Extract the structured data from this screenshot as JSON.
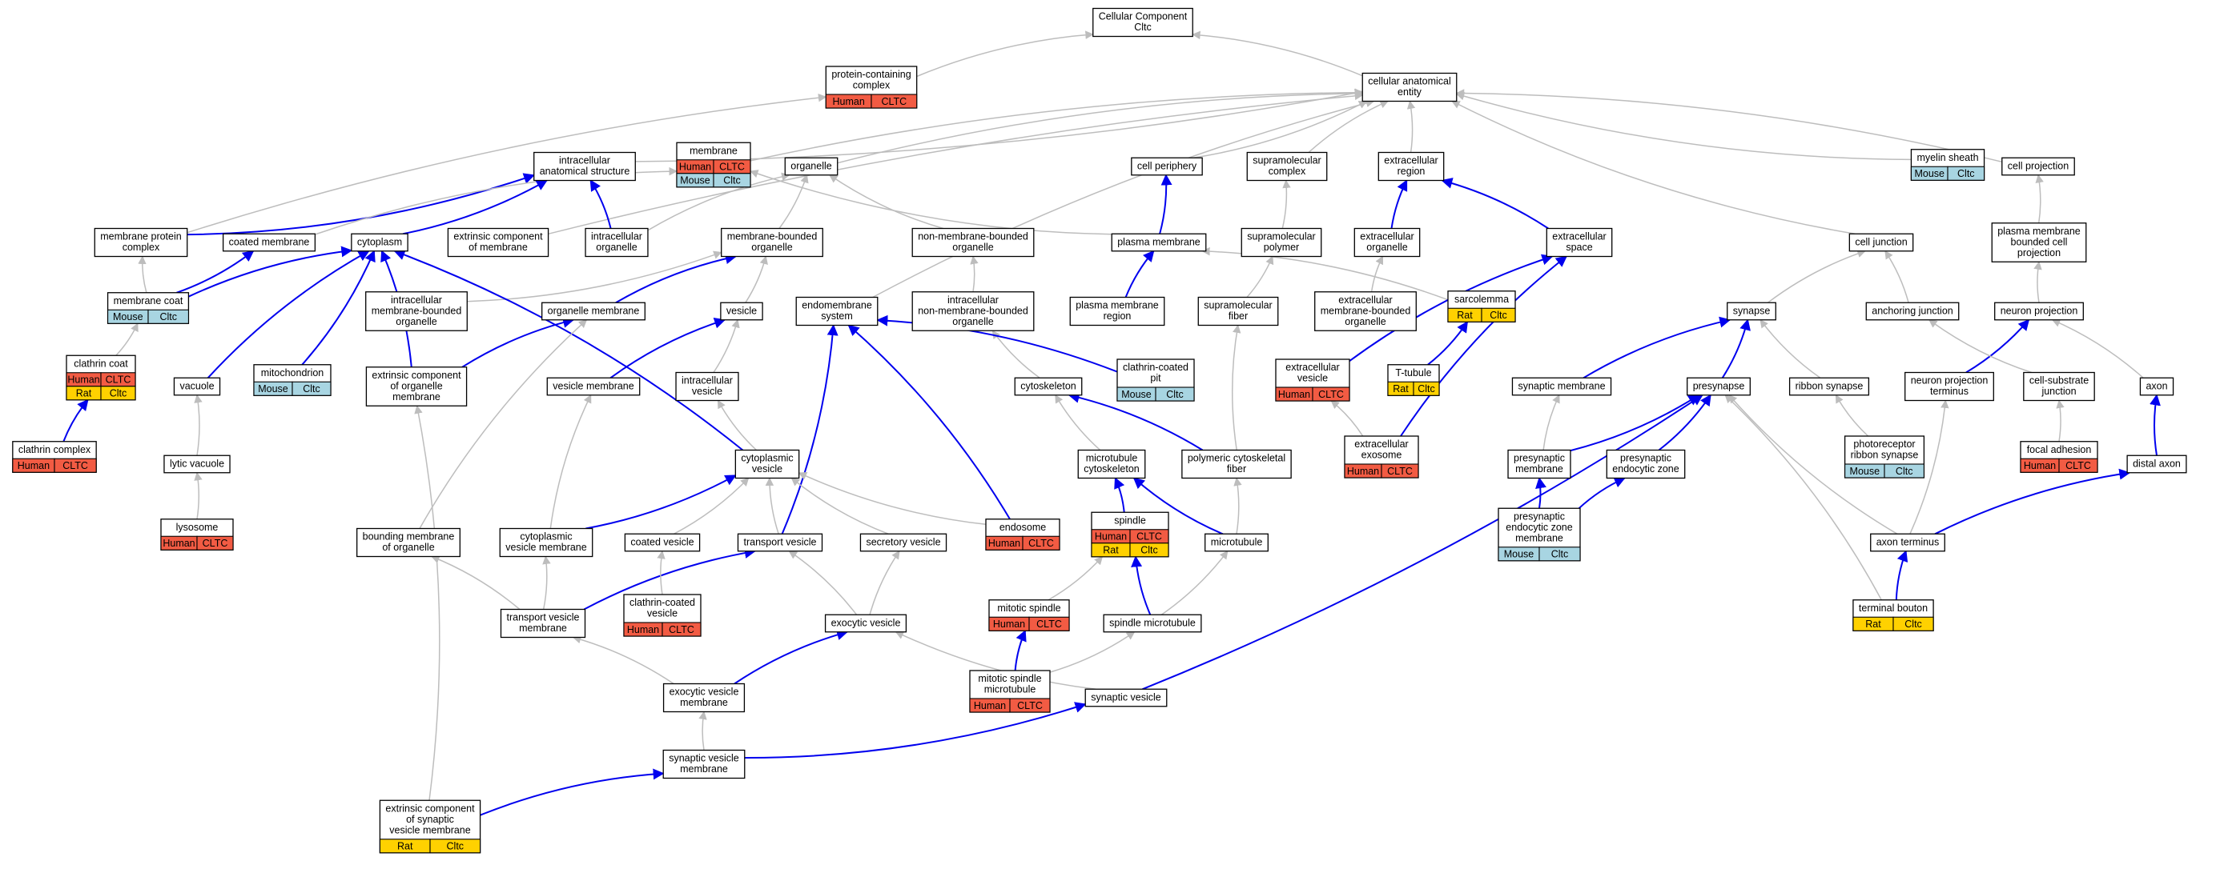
{
  "colors": {
    "human": "#f25b43",
    "rat": "#ffd100",
    "mouse": "#a8d5e2",
    "edge_is_a": "#bdbdbd",
    "edge_part_of": "#0000ee"
  },
  "nodes": [
    {
      "id": "root",
      "lines": [
        "Cellular Component",
        "Cltc"
      ]
    },
    {
      "id": "pcc",
      "lines": [
        "protein-containing",
        "complex"
      ],
      "badges": [
        {
          "org": "Human",
          "gene": "CLTC"
        }
      ]
    },
    {
      "id": "cae",
      "lines": [
        "cellular anatomical",
        "entity"
      ]
    },
    {
      "id": "membrane",
      "lines": [
        "membrane"
      ],
      "badges": [
        {
          "org": "Human",
          "gene": "CLTC"
        },
        {
          "org": "Mouse",
          "gene": "Cltc"
        }
      ]
    },
    {
      "id": "ias",
      "lines": [
        "intracellular",
        "anatomical structure"
      ]
    },
    {
      "id": "organelle",
      "lines": [
        "organelle"
      ]
    },
    {
      "id": "cellperiph",
      "lines": [
        "cell periphery"
      ]
    },
    {
      "id": "supracomplex",
      "lines": [
        "supramolecular",
        "complex"
      ]
    },
    {
      "id": "exregion",
      "lines": [
        "extracellular",
        "region"
      ]
    },
    {
      "id": "myelin",
      "lines": [
        "myelin sheath"
      ],
      "badges": [
        {
          "org": "Mouse",
          "gene": "Cltc"
        }
      ]
    },
    {
      "id": "cellproj",
      "lines": [
        "cell projection"
      ]
    },
    {
      "id": "mpc",
      "lines": [
        "membrane protein",
        "complex"
      ]
    },
    {
      "id": "coatedmem",
      "lines": [
        "coated membrane"
      ]
    },
    {
      "id": "cytoplasm",
      "lines": [
        "cytoplasm"
      ]
    },
    {
      "id": "ecm",
      "lines": [
        "extrinsic component",
        "of membrane"
      ]
    },
    {
      "id": "io",
      "lines": [
        "intracellular",
        "organelle"
      ]
    },
    {
      "id": "mbo",
      "lines": [
        "membrane-bounded",
        "organelle"
      ]
    },
    {
      "id": "nmbo",
      "lines": [
        "non-membrane-bounded",
        "organelle"
      ]
    },
    {
      "id": "plasmamem",
      "lines": [
        "plasma membrane"
      ]
    },
    {
      "id": "suprapoly",
      "lines": [
        "supramolecular",
        "polymer"
      ]
    },
    {
      "id": "exorg",
      "lines": [
        "extracellular",
        "organelle"
      ]
    },
    {
      "id": "exspace",
      "lines": [
        "extracellular",
        "space"
      ]
    },
    {
      "id": "celljunc",
      "lines": [
        "cell junction"
      ]
    },
    {
      "id": "pmbcp",
      "lines": [
        "plasma membrane",
        "bounded cell",
        "projection"
      ]
    },
    {
      "id": "memcoat",
      "lines": [
        "membrane coat"
      ],
      "badges": [
        {
          "org": "Mouse",
          "gene": "Cltc"
        }
      ]
    },
    {
      "id": "imbo",
      "lines": [
        "intracellular",
        "membrane-bounded",
        "organelle"
      ]
    },
    {
      "id": "orgmem",
      "lines": [
        "organelle membrane"
      ]
    },
    {
      "id": "vesicle",
      "lines": [
        "vesicle"
      ]
    },
    {
      "id": "endomem",
      "lines": [
        "endomembrane",
        "system"
      ]
    },
    {
      "id": "inmbo",
      "lines": [
        "intracellular",
        "non-membrane-bounded",
        "organelle"
      ]
    },
    {
      "id": "pmregion",
      "lines": [
        "plasma membrane",
        "region"
      ]
    },
    {
      "id": "suprafiber",
      "lines": [
        "supramolecular",
        "fiber"
      ]
    },
    {
      "id": "exmbo",
      "lines": [
        "extracellular",
        "membrane-bounded",
        "organelle"
      ]
    },
    {
      "id": "sarcolemma",
      "lines": [
        "sarcolemma"
      ],
      "badges": [
        {
          "org": "Rat",
          "gene": "Cltc"
        }
      ]
    },
    {
      "id": "synapse",
      "lines": [
        "synapse"
      ]
    },
    {
      "id": "anchjunc",
      "lines": [
        "anchoring junction"
      ]
    },
    {
      "id": "neuronproj",
      "lines": [
        "neuron projection"
      ]
    },
    {
      "id": "clathcoat",
      "lines": [
        "clathrin coat"
      ],
      "badges": [
        {
          "org": "Human",
          "gene": "CLTC"
        },
        {
          "org": "Rat",
          "gene": "Cltc"
        }
      ]
    },
    {
      "id": "vacuole",
      "lines": [
        "vacuole"
      ]
    },
    {
      "id": "mito",
      "lines": [
        "mitochondrion"
      ],
      "badges": [
        {
          "org": "Mouse",
          "gene": "Cltc"
        }
      ]
    },
    {
      "id": "ecom",
      "lines": [
        "extrinsic component",
        "of organelle",
        "membrane"
      ]
    },
    {
      "id": "vesmem",
      "lines": [
        "vesicle membrane"
      ]
    },
    {
      "id": "intraves",
      "lines": [
        "intracellular",
        "vesicle"
      ]
    },
    {
      "id": "cytoskel",
      "lines": [
        "cytoskeleton"
      ]
    },
    {
      "id": "ccpit",
      "lines": [
        "clathrin-coated",
        "pit"
      ],
      "badges": [
        {
          "org": "Mouse",
          "gene": "Cltc"
        }
      ]
    },
    {
      "id": "exves",
      "lines": [
        "extracellular",
        "vesicle"
      ],
      "badges": [
        {
          "org": "Human",
          "gene": "CLTC"
        }
      ]
    },
    {
      "id": "ttubule",
      "lines": [
        "T-tubule"
      ],
      "badges": [
        {
          "org": "Rat",
          "gene": "Cltc"
        }
      ]
    },
    {
      "id": "synmem",
      "lines": [
        "synaptic membrane"
      ]
    },
    {
      "id": "presynapse",
      "lines": [
        "presynapse"
      ]
    },
    {
      "id": "ribbon",
      "lines": [
        "ribbon synapse"
      ]
    },
    {
      "id": "npt",
      "lines": [
        "neuron projection",
        "terminus"
      ]
    },
    {
      "id": "csj",
      "lines": [
        "cell-substrate",
        "junction"
      ]
    },
    {
      "id": "axon",
      "lines": [
        "axon"
      ]
    },
    {
      "id": "clathcomplex",
      "lines": [
        "clathrin complex"
      ],
      "badges": [
        {
          "org": "Human",
          "gene": "CLTC"
        }
      ]
    },
    {
      "id": "lyticvac",
      "lines": [
        "lytic vacuole"
      ]
    },
    {
      "id": "cytoves",
      "lines": [
        "cytoplasmic",
        "vesicle"
      ]
    },
    {
      "id": "mtcyto",
      "lines": [
        "microtubule",
        "cytoskeleton"
      ]
    },
    {
      "id": "polycyto",
      "lines": [
        "polymeric cytoskeletal",
        "fiber"
      ]
    },
    {
      "id": "exexo",
      "lines": [
        "extracellular",
        "exosome"
      ],
      "badges": [
        {
          "org": "Human",
          "gene": "CLTC"
        }
      ]
    },
    {
      "id": "presynmem",
      "lines": [
        "presynaptic",
        "membrane"
      ]
    },
    {
      "id": "pez",
      "lines": [
        "presynaptic",
        "endocytic zone"
      ]
    },
    {
      "id": "photorib",
      "lines": [
        "photoreceptor",
        "ribbon synapse"
      ],
      "badges": [
        {
          "org": "Mouse",
          "gene": "Cltc"
        }
      ]
    },
    {
      "id": "focal",
      "lines": [
        "focal adhesion"
      ],
      "badges": [
        {
          "org": "Human",
          "gene": "CLTC"
        }
      ]
    },
    {
      "id": "distalaxon",
      "lines": [
        "distal axon"
      ]
    },
    {
      "id": "lysosome",
      "lines": [
        "lysosome"
      ],
      "badges": [
        {
          "org": "Human",
          "gene": "CLTC"
        }
      ]
    },
    {
      "id": "bmo",
      "lines": [
        "bounding membrane",
        "of organelle"
      ]
    },
    {
      "id": "cvm",
      "lines": [
        "cytoplasmic",
        "vesicle membrane"
      ]
    },
    {
      "id": "coatedves",
      "lines": [
        "coated vesicle"
      ]
    },
    {
      "id": "transves",
      "lines": [
        "transport vesicle"
      ]
    },
    {
      "id": "secves",
      "lines": [
        "secretory vesicle"
      ]
    },
    {
      "id": "endosome",
      "lines": [
        "endosome"
      ],
      "badges": [
        {
          "org": "Human",
          "gene": "CLTC"
        }
      ]
    },
    {
      "id": "spindle",
      "lines": [
        "spindle"
      ],
      "badges": [
        {
          "org": "Human",
          "gene": "CLTC"
        },
        {
          "org": "Rat",
          "gene": "Cltc"
        }
      ]
    },
    {
      "id": "microtubule",
      "lines": [
        "microtubule"
      ]
    },
    {
      "id": "pezm",
      "lines": [
        "presynaptic",
        "endocytic zone",
        "membrane"
      ],
      "badges": [
        {
          "org": "Mouse",
          "gene": "Cltc"
        }
      ]
    },
    {
      "id": "axonterm",
      "lines": [
        "axon terminus"
      ]
    },
    {
      "id": "tvm",
      "lines": [
        "transport vesicle",
        "membrane"
      ]
    },
    {
      "id": "ccv",
      "lines": [
        "clathrin-coated",
        "vesicle"
      ],
      "badges": [
        {
          "org": "Human",
          "gene": "CLTC"
        }
      ]
    },
    {
      "id": "exoves",
      "lines": [
        "exocytic vesicle"
      ]
    },
    {
      "id": "mitspindle",
      "lines": [
        "mitotic spindle"
      ],
      "badges": [
        {
          "org": "Human",
          "gene": "CLTC"
        }
      ]
    },
    {
      "id": "spindlemt",
      "lines": [
        "spindle microtubule"
      ]
    },
    {
      "id": "termbouton",
      "lines": [
        "terminal bouton"
      ],
      "badges": [
        {
          "org": "Rat",
          "gene": "Cltc"
        }
      ]
    },
    {
      "id": "evm",
      "lines": [
        "exocytic vesicle",
        "membrane"
      ]
    },
    {
      "id": "msm",
      "lines": [
        "mitotic spindle",
        "microtubule"
      ],
      "badges": [
        {
          "org": "Human",
          "gene": "CLTC"
        }
      ]
    },
    {
      "id": "synves",
      "lines": [
        "synaptic vesicle"
      ]
    },
    {
      "id": "svm",
      "lines": [
        "synaptic vesicle",
        "membrane"
      ]
    },
    {
      "id": "ecsvm",
      "lines": [
        "extrinsic component",
        "of synaptic",
        "vesicle membrane"
      ],
      "badges": [
        {
          "org": "Rat",
          "gene": "Cltc"
        }
      ]
    }
  ],
  "edges": [
    [
      "pcc",
      "root",
      "is_a"
    ],
    [
      "cae",
      "root",
      "is_a"
    ],
    [
      "membrane",
      "cae",
      "is_a"
    ],
    [
      "ias",
      "cae",
      "is_a"
    ],
    [
      "organelle",
      "cae",
      "is_a"
    ],
    [
      "cellperiph",
      "cae",
      "is_a"
    ],
    [
      "supracomplex",
      "cae",
      "is_a"
    ],
    [
      "exregion",
      "cae",
      "is_a"
    ],
    [
      "myelin",
      "cae",
      "is_a"
    ],
    [
      "cellproj",
      "cae",
      "is_a"
    ],
    [
      "mpc",
      "pcc",
      "is_a"
    ],
    [
      "mpc",
      "ias",
      "part_of"
    ],
    [
      "coatedmem",
      "membrane",
      "is_a"
    ],
    [
      "cytoplasm",
      "ias",
      "part_of"
    ],
    [
      "ecm",
      "cae",
      "is_a"
    ],
    [
      "io",
      "ias",
      "part_of"
    ],
    [
      "io",
      "organelle",
      "is_a"
    ],
    [
      "mbo",
      "organelle",
      "is_a"
    ],
    [
      "nmbo",
      "organelle",
      "is_a"
    ],
    [
      "plasmamem",
      "cellperiph",
      "part_of"
    ],
    [
      "plasmamem",
      "membrane",
      "is_a"
    ],
    [
      "suprapoly",
      "supracomplex",
      "is_a"
    ],
    [
      "exorg",
      "exregion",
      "part_of"
    ],
    [
      "exspace",
      "exregion",
      "part_of"
    ],
    [
      "celljunc",
      "cae",
      "is_a"
    ],
    [
      "pmbcp",
      "cellproj",
      "is_a"
    ],
    [
      "memcoat",
      "mpc",
      "is_a"
    ],
    [
      "memcoat",
      "coatedmem",
      "part_of"
    ],
    [
      "memcoat",
      "cytoplasm",
      "part_of"
    ],
    [
      "imbo",
      "mbo",
      "is_a"
    ],
    [
      "orgmem",
      "mbo",
      "part_of"
    ],
    [
      "vesicle",
      "mbo",
      "is_a"
    ],
    [
      "endomem",
      "cae",
      "is_a"
    ],
    [
      "inmbo",
      "nmbo",
      "is_a"
    ],
    [
      "pmregion",
      "plasmamem",
      "part_of"
    ],
    [
      "suprafiber",
      "suprapoly",
      "is_a"
    ],
    [
      "exmbo",
      "exorg",
      "is_a"
    ],
    [
      "sarcolemma",
      "plasmamem",
      "is_a"
    ],
    [
      "synapse",
      "celljunc",
      "is_a"
    ],
    [
      "anchjunc",
      "celljunc",
      "is_a"
    ],
    [
      "neuronproj",
      "pmbcp",
      "is_a"
    ],
    [
      "clathcoat",
      "memcoat",
      "is_a"
    ],
    [
      "vacuole",
      "cytoplasm",
      "part_of"
    ],
    [
      "mito",
      "cytoplasm",
      "part_of"
    ],
    [
      "ecom",
      "orgmem",
      "part_of"
    ],
    [
      "ecom",
      "cytoplasm",
      "part_of"
    ],
    [
      "vesmem",
      "vesicle",
      "part_of"
    ],
    [
      "intraves",
      "vesicle",
      "is_a"
    ],
    [
      "cytoskel",
      "inmbo",
      "is_a"
    ],
    [
      "ccpit",
      "endomem",
      "part_of"
    ],
    [
      "exves",
      "exspace",
      "part_of"
    ],
    [
      "ttubule",
      "sarcolemma",
      "part_of"
    ],
    [
      "synmem",
      "synapse",
      "part_of"
    ],
    [
      "presynapse",
      "synapse",
      "part_of"
    ],
    [
      "ribbon",
      "synapse",
      "is_a"
    ],
    [
      "npt",
      "neuronproj",
      "part_of"
    ],
    [
      "csj",
      "anchjunc",
      "is_a"
    ],
    [
      "axon",
      "neuronproj",
      "is_a"
    ],
    [
      "clathcomplex",
      "clathcoat",
      "part_of"
    ],
    [
      "lyticvac",
      "vacuole",
      "is_a"
    ],
    [
      "cytoves",
      "intraves",
      "is_a"
    ],
    [
      "cytoves",
      "cytoplasm",
      "part_of"
    ],
    [
      "mtcyto",
      "cytoskel",
      "is_a"
    ],
    [
      "polycyto",
      "cytoskel",
      "part_of"
    ],
    [
      "polycyto",
      "suprafiber",
      "is_a"
    ],
    [
      "exexo",
      "exves",
      "is_a"
    ],
    [
      "exexo",
      "exspace",
      "part_of"
    ],
    [
      "presynmem",
      "presynapse",
      "part_of"
    ],
    [
      "presynmem",
      "synmem",
      "is_a"
    ],
    [
      "pez",
      "presynapse",
      "part_of"
    ],
    [
      "photorib",
      "ribbon",
      "is_a"
    ],
    [
      "focal",
      "csj",
      "is_a"
    ],
    [
      "distalaxon",
      "axon",
      "part_of"
    ],
    [
      "lysosome",
      "lyticvac",
      "is_a"
    ],
    [
      "bmo",
      "orgmem",
      "is_a"
    ],
    [
      "cvm",
      "cytoves",
      "part_of"
    ],
    [
      "cvm",
      "vesmem",
      "is_a"
    ],
    [
      "coatedves",
      "cytoves",
      "is_a"
    ],
    [
      "transves",
      "cytoves",
      "is_a"
    ],
    [
      "transves",
      "endomem",
      "part_of"
    ],
    [
      "secves",
      "cytoves",
      "is_a"
    ],
    [
      "endosome",
      "endomem",
      "part_of"
    ],
    [
      "endosome",
      "cytoves",
      "is_a"
    ],
    [
      "spindle",
      "mtcyto",
      "part_of"
    ],
    [
      "microtubule",
      "mtcyto",
      "part_of"
    ],
    [
      "microtubule",
      "polycyto",
      "is_a"
    ],
    [
      "pezm",
      "pez",
      "part_of"
    ],
    [
      "pezm",
      "presynmem",
      "part_of"
    ],
    [
      "axonterm",
      "distalaxon",
      "part_of"
    ],
    [
      "axonterm",
      "npt",
      "is_a"
    ],
    [
      "axonterm",
      "presynapse",
      "is_a"
    ],
    [
      "tvm",
      "cvm",
      "is_a"
    ],
    [
      "tvm",
      "transves",
      "part_of"
    ],
    [
      "tvm",
      "bmo",
      "is_a"
    ],
    [
      "ccv",
      "coatedves",
      "is_a"
    ],
    [
      "exoves",
      "transves",
      "is_a"
    ],
    [
      "exoves",
      "secves",
      "is_a"
    ],
    [
      "mitspindle",
      "spindle",
      "is_a"
    ],
    [
      "spindlemt",
      "spindle",
      "part_of"
    ],
    [
      "spindlemt",
      "microtubule",
      "is_a"
    ],
    [
      "termbouton",
      "axonterm",
      "part_of"
    ],
    [
      "termbouton",
      "presynapse",
      "is_a"
    ],
    [
      "evm",
      "exoves",
      "part_of"
    ],
    [
      "evm",
      "tvm",
      "is_a"
    ],
    [
      "msm",
      "mitspindle",
      "part_of"
    ],
    [
      "msm",
      "spindlemt",
      "is_a"
    ],
    [
      "synves",
      "exoves",
      "is_a"
    ],
    [
      "synves",
      "presynapse",
      "part_of"
    ],
    [
      "svm",
      "evm",
      "is_a"
    ],
    [
      "svm",
      "synves",
      "part_of"
    ],
    [
      "ecsvm",
      "svm",
      "part_of"
    ],
    [
      "ecsvm",
      "ecom",
      "is_a"
    ]
  ]
}
